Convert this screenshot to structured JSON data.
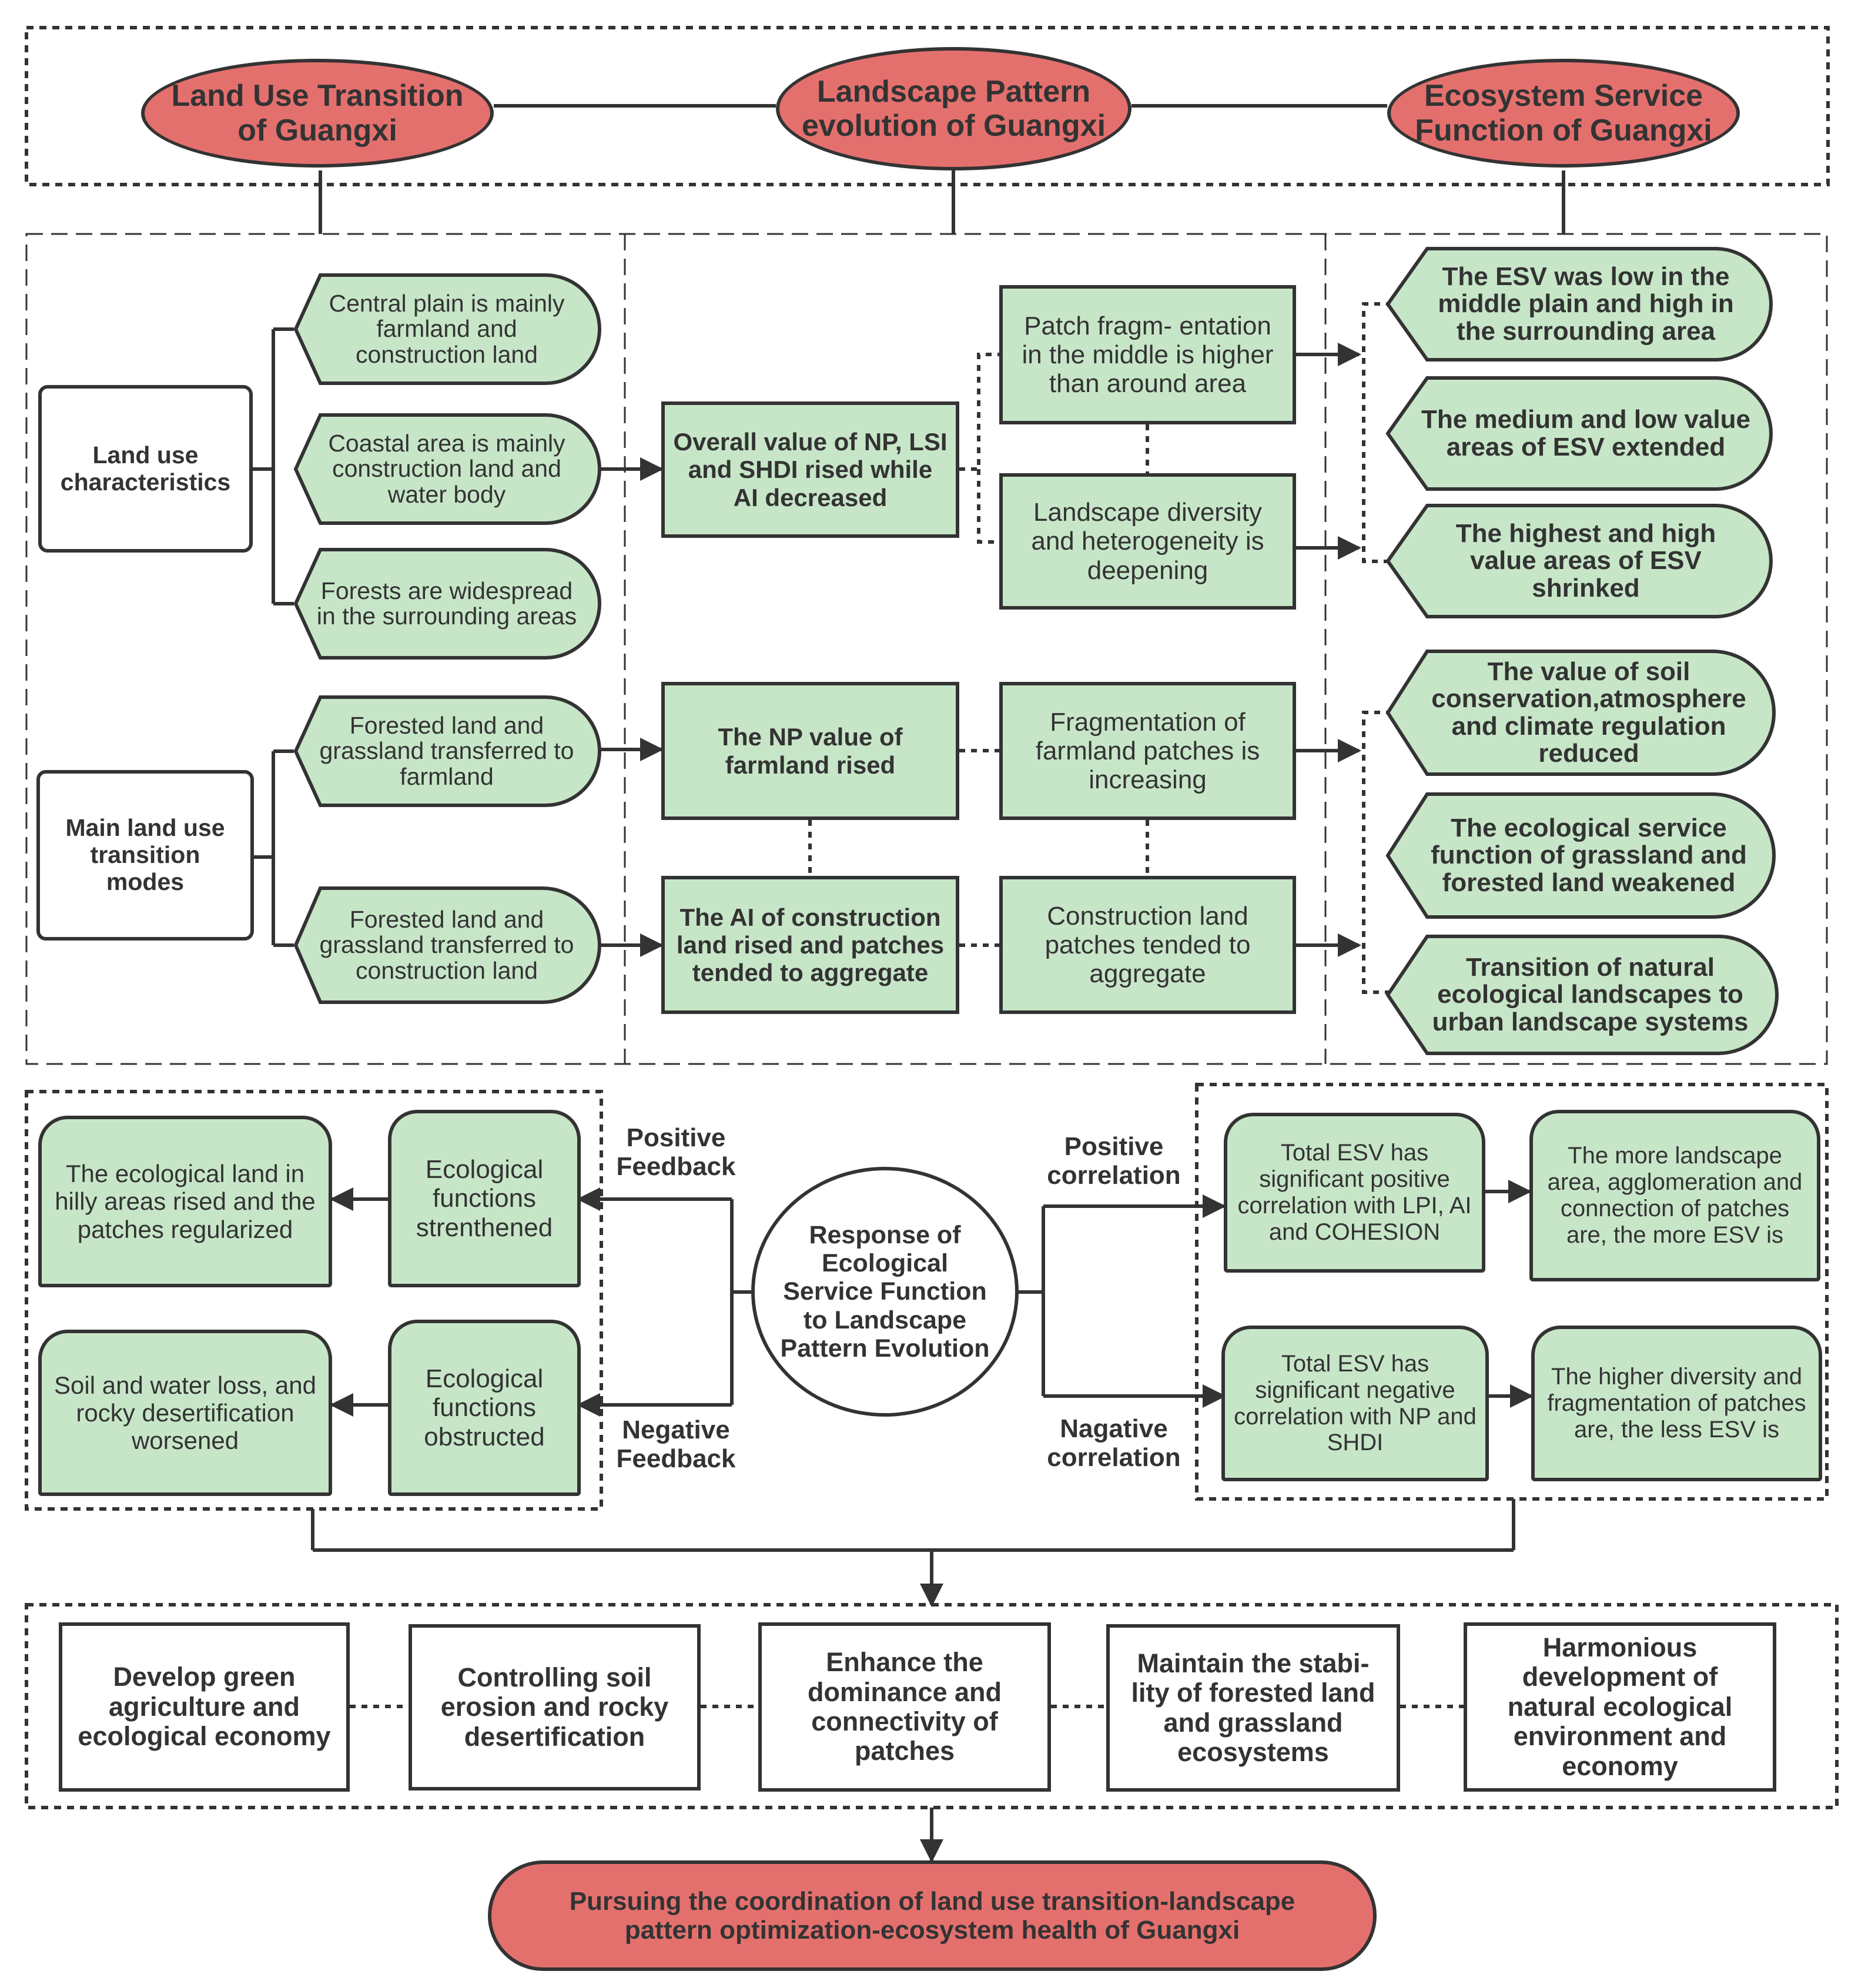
{
  "top": {
    "land_use": "Land Use Transition of Guangxi",
    "landscape": "Landscape Pattern evolution of Guangxi",
    "ecosystem": "Ecosystem Service Function of Guangxi"
  },
  "left": {
    "land_use_characteristics": "Land use characteristics",
    "main_modes": "Main land use transition modes",
    "central_plain": "Central plain is mainly farmland and construction land",
    "coastal": "Coastal area is mainly construction land and water body",
    "forests": "Forests are widespread in the surrounding areas",
    "forested_to_farmland": "Forested land and grassland transferred to farmland",
    "forested_to_construction": "Forested land and grassland transferred to construction land"
  },
  "middle": {
    "overall_np": "Overall value of NP, LSI and SHDI rised while AI decreased",
    "patch_fragmentation": "Patch fragm- entation in the middle is higher than around area",
    "landscape_diversity": "Landscape diversity and heterogeneity is deepening",
    "np_farmland": "The NP value of farmland  rised",
    "fragmentation_farmland": "Fragmentation of farmland patches is increasing",
    "ai_construction": "The AI of construction land rised and patches tended to aggregate",
    "construction_aggregate": "Construction land patches tended to aggregate"
  },
  "right": {
    "esv_low_middle": "The ESV was low in the middle plain and high in the surrounding area",
    "medium_low_extended": "The medium and low value areas of ESV extended",
    "highest_shrinked": "The highest and high value areas of ESV shrinked",
    "soil_conservation": "The value of soil conservation,atmosphere and climate regulation reduced",
    "ecological_service_weakened": "The ecological service function of grassland and forested land weakened",
    "transition_urban": "Transition of natural ecological landscapes to urban landscape systems"
  },
  "response": {
    "center": "Response of Ecological Service Function to Landscape Pattern Evolution",
    "positive_feedback": "Positive Feedback",
    "negative_feedback": "Negative Feedback",
    "positive_correlation": "Positive correlation",
    "negative_correlation": "Nagative correlation",
    "eco_strengthened": "Ecological functions strenthened",
    "eco_land_hilly": "The  ecological land in hilly areas rised and  the patches regularized",
    "eco_obstructed": "Ecological functions obstructed",
    "soil_water_loss": "Soil and water loss, and rocky desertification worsened",
    "positive_corr_text": "Total ESV has significant positive correlation with LPI, AI and COHESION",
    "more_landscape": "The more landscape area,  agglomeration and connection of patches are, the more ESV is",
    "negative_corr_text": "Total ESV has significant negative correlation with NP and SHDI",
    "higher_diversity": "The higher diversity and fragmentation of patches are, the less ESV is"
  },
  "measures": [
    "Develop green agriculture and ecological economy",
    "Controlling soil erosion and rocky desertification",
    "Enhance the dominance and connectivity  of patches",
    "Maintain the stabi- lity of forested land and grassland ecosystems",
    "Harmonious development of natural ecological environment and economy"
  ],
  "goal": "Pursuing the coordination of land use transition-landscape pattern optimization-ecosystem health of Guangxi",
  "colors": {
    "red_node": "#e4706e",
    "green_node": "#c7e6c8",
    "line": "#333333"
  }
}
